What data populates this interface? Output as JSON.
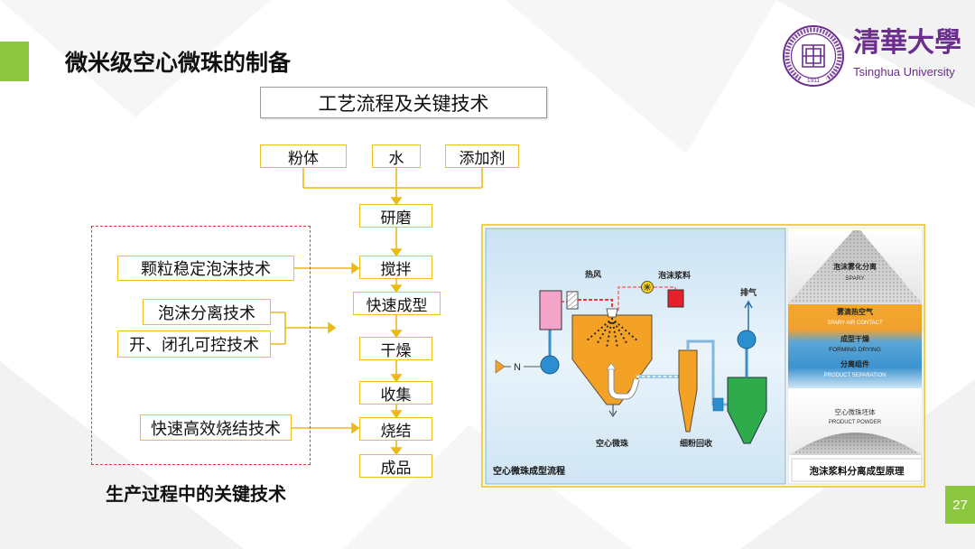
{
  "slide": {
    "title": "微米级空心微珠的制备",
    "page_number": "27",
    "accent_color": "#8dc63f"
  },
  "logo": {
    "chinese_name": "清華大學",
    "english_name": "Tsinghua University",
    "seal_year": "1911",
    "color": "#6b2d8e"
  },
  "process": {
    "header": "工艺流程及关键技术",
    "inputs": [
      "粉体",
      "水",
      "添加剂"
    ],
    "steps": [
      "研磨",
      "搅拌",
      "快速成型",
      "干燥",
      "收集",
      "烧结",
      "成品"
    ],
    "box_border_color": "#efbf1f"
  },
  "key_technologies": {
    "items": [
      "颗粒稳定泡沫技术",
      "泡沫分离技术",
      "开、闭孔可控技术",
      "快速高效烧结技术"
    ],
    "caption": "生产过程中的关键技术",
    "frame_color": "#e23b3b"
  },
  "figure": {
    "flow_diagram": {
      "labels": {
        "hot_air": "热风",
        "foam_slurry": "泡沫浆料",
        "exhaust": "排气",
        "nitrogen": "N",
        "product": "空心微珠",
        "fines_recovery": "细粉回收"
      },
      "caption": "空心微珠成型流程"
    },
    "principle": {
      "stages": [
        {
          "cn": "泡沫雾化分离",
          "en": "SPARY"
        },
        {
          "cn": "雾滴热空气",
          "en": "SPARY AIR CONTACT"
        },
        {
          "cn": "成型干燥",
          "en": "FORMING DRYING"
        },
        {
          "cn": "分离组件",
          "en": "PRODUCT SEPARATION"
        },
        {
          "cn": "空心微珠坯体",
          "en": "PRODUCT POWDER"
        }
      ],
      "caption": "泡沫浆料分离成型原理"
    }
  }
}
